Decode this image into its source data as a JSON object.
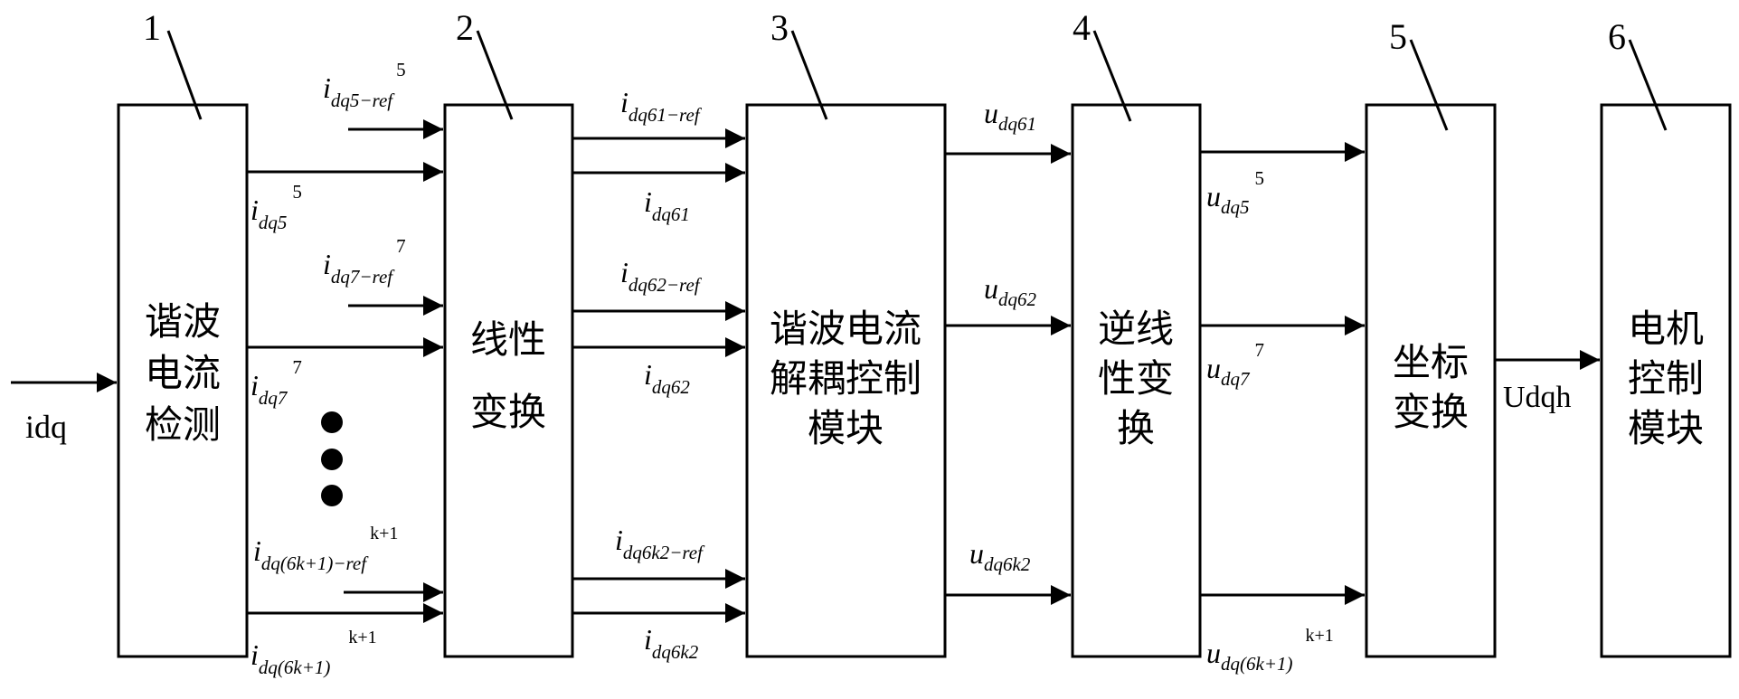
{
  "blocks": [
    {
      "number": "1",
      "lines": [
        "谐波",
        "电流",
        "检测"
      ]
    },
    {
      "number": "2",
      "lines": [
        "线性",
        "变换"
      ]
    },
    {
      "number": "3",
      "lines": [
        "谐波电流",
        "解耦控制",
        "模块"
      ]
    },
    {
      "number": "4",
      "lines": [
        "逆线",
        "性变",
        "换"
      ]
    },
    {
      "number": "5",
      "lines": [
        "坐标",
        "变换"
      ]
    },
    {
      "number": "6",
      "lines": [
        "电机",
        "控制",
        "模块"
      ]
    }
  ],
  "signals": {
    "input": "idq",
    "output_5_to_6": "Udqh",
    "ref5": {
      "base": "i",
      "sub": "dq5−ref",
      "sup": "5"
    },
    "i5": {
      "base": "i",
      "sub": "dq5",
      "sup": "5"
    },
    "ref7": {
      "base": "i",
      "sub": "dq7−ref",
      "sup": "7"
    },
    "i7": {
      "base": "i",
      "sub": "dq7",
      "sup": "7"
    },
    "refk": {
      "base": "i",
      "sub": "dq(6k+1)−ref",
      "sup": "k+1"
    },
    "ik": {
      "base": "i",
      "sub": "dq(6k+1)",
      "sup": "k+1"
    },
    "ref61": {
      "base": "i",
      "sub": "dq61−ref"
    },
    "i61": {
      "base": "i",
      "sub": "dq61"
    },
    "ref62": {
      "base": "i",
      "sub": "dq62−ref"
    },
    "i62": {
      "base": "i",
      "sub": "dq62"
    },
    "ref6k2": {
      "base": "i",
      "sub": "dq6k2−ref"
    },
    "i6k2": {
      "base": "i",
      "sub": "dq6k2"
    },
    "u61": {
      "base": "u",
      "sub": "dq61"
    },
    "u62": {
      "base": "u",
      "sub": "dq62"
    },
    "u6k2": {
      "base": "u",
      "sub": "dq6k2"
    },
    "u5": {
      "base": "u",
      "sub": "dq5",
      "sup": "5"
    },
    "u7": {
      "base": "u",
      "sub": "dq7",
      "sup": "7"
    },
    "uk": {
      "base": "u",
      "sub": "dq(6k+1)",
      "sup": "k+1"
    }
  }
}
